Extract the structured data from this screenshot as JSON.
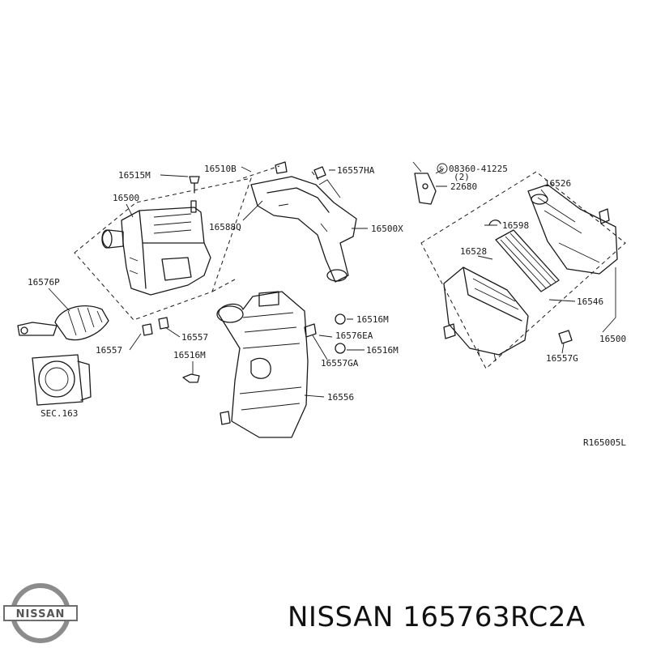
{
  "labels": {
    "l16515M": "16515M",
    "l16510B": "16510B",
    "l16557HA": "16557HA",
    "l16500": "16500",
    "l16588Q": "16588Q",
    "l16500X": "16500X",
    "l16576P": "16576P",
    "l16557a": "16557",
    "l16557b": "16557",
    "l16516Ma": "16516M",
    "lSEC163": "SEC.163",
    "l16516Mb": "16516M",
    "l16576EA": "16576EA",
    "l16516Mc": "16516M",
    "l16557GA": "16557GA",
    "l16556": "16556",
    "lS": "S",
    "l08360": "08360-41225",
    "l2": "(2)",
    "l22680": "22680",
    "l16526": "16526",
    "l16598": "16598",
    "l16528": "16528",
    "l16546": "16546",
    "l16500r": "16500",
    "l16557G": "16557G",
    "ref": "R165005L"
  },
  "footer_text": "NISSAN 165763RC2A",
  "logo_text": "NISSAN",
  "colors": {
    "ink": "#1a1a1a",
    "logo_gray": "#8c8c8c",
    "logo_band": "#6e6e6e"
  }
}
